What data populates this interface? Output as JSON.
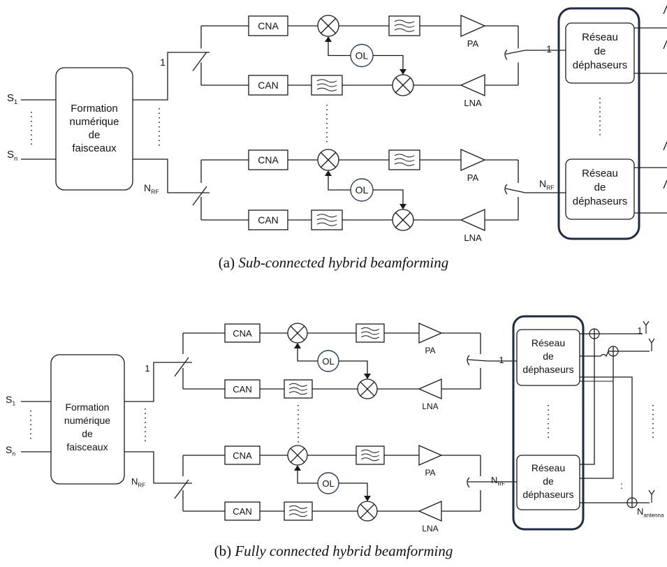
{
  "figures": [
    {
      "id": "a",
      "caption_prefix": "(a)",
      "caption_title": "Sub-connected hybrid beamforming",
      "inputs": [
        "S1",
        "Sn"
      ],
      "input_main": "S",
      "input_subs": [
        "1",
        "n"
      ],
      "block_bf": [
        "Formation",
        "numérique",
        "de",
        "faisceaux"
      ],
      "branch_top_label": "1",
      "branch_bot_label_main": "N",
      "branch_bot_label_sub": "RF",
      "dac": "CNA",
      "adc": "CAN",
      "lo": "OL",
      "pa": "PA",
      "lna": "LNA",
      "phase_net": [
        "Réseau",
        "de",
        "déphaseurs"
      ],
      "out_top_label": "1",
      "out_bot_label_main": "N",
      "out_bot_label_sub": "RF"
    },
    {
      "id": "b",
      "caption_prefix": "(b)",
      "caption_title": "Fully connected hybrid beamforming",
      "inputs": [
        "S1",
        "Sn"
      ],
      "input_main": "S",
      "input_subs": [
        "1",
        "n"
      ],
      "block_bf": [
        "Formation",
        "numérique",
        "de",
        "faisceaux"
      ],
      "branch_top_label": "1",
      "branch_bot_label_main": "N",
      "branch_bot_label_sub": "RF",
      "dac": "CNA",
      "adc": "CAN",
      "lo": "OL",
      "pa": "PA",
      "lna": "LNA",
      "phase_net": [
        "Réseau",
        "de",
        "déphaseurs"
      ],
      "out_top_label": "1",
      "out_bot_label_main": "N",
      "out_bot_label_sub": "RF",
      "antenna_top_label": "1",
      "antenna_bot_label_main": "N",
      "antenna_bot_label_sub": "antenna"
    }
  ],
  "colors": {
    "line": "#1a1a1a",
    "lo_circle": "#2a3a5c",
    "rail": "#1f2a44"
  }
}
